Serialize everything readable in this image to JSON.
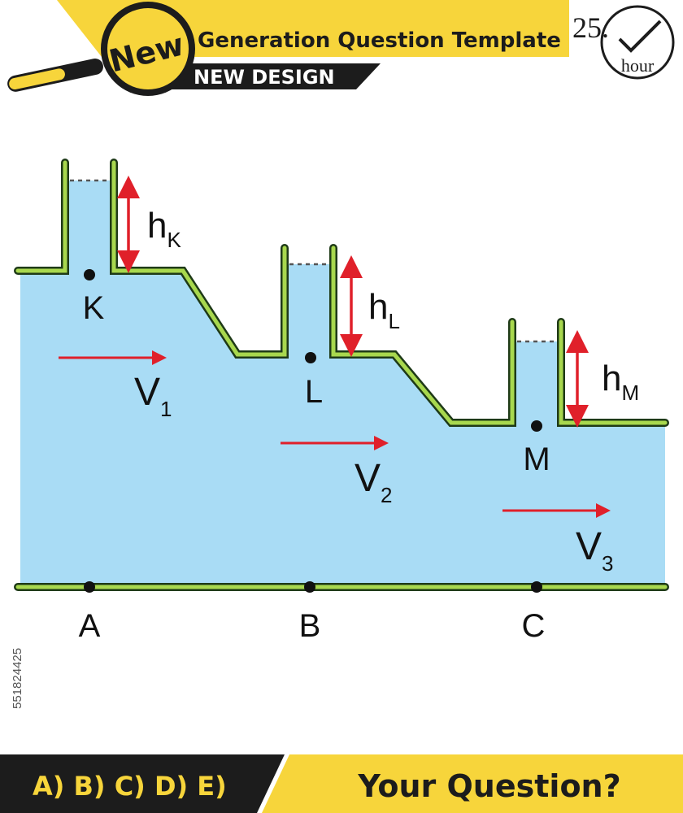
{
  "header": {
    "badge": "New",
    "title": "Generation Question Template",
    "subtitle": "NEW DESIGN",
    "time_number": "25.",
    "time_unit": "hour"
  },
  "diagram": {
    "points": [
      "K",
      "L",
      "M"
    ],
    "height_labels": [
      {
        "main": "h",
        "sub": "K"
      },
      {
        "main": "h",
        "sub": "L"
      },
      {
        "main": "h",
        "sub": "M"
      }
    ],
    "velocity_labels": [
      {
        "main": "V",
        "sub": "1"
      },
      {
        "main": "V",
        "sub": "2"
      },
      {
        "main": "V",
        "sub": "3"
      }
    ],
    "base_points": [
      "A",
      "B",
      "C"
    ]
  },
  "footer": {
    "options": "A) B) C) D) E)",
    "question": "Your Question?"
  },
  "watermark": {
    "id": "551824425"
  },
  "colors": {
    "water": "#a9dcf5",
    "pipe_outer": "#1e3a17",
    "pipe_inner": "#a8d84e",
    "arrow": "#e0202a",
    "header_yellow": "#f7d53b",
    "dark_band": "#1c1c1c"
  }
}
